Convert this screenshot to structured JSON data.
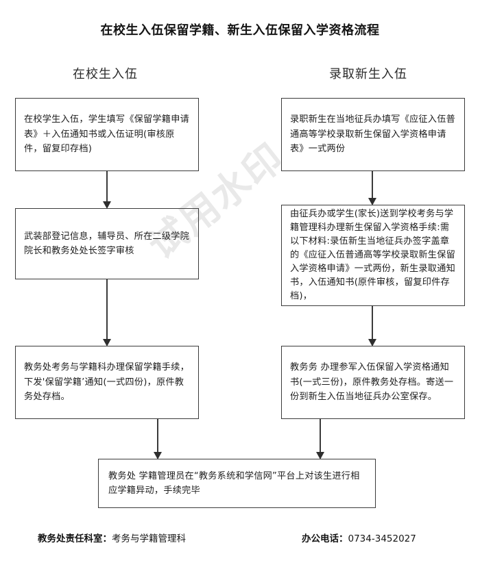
{
  "title": "在校生入伍保留学籍、新生入伍保留入学资格流程",
  "watermark": "试用水印",
  "columns": {
    "left_header": "在校生入伍",
    "right_header": "录取新生入伍"
  },
  "flow": {
    "left": [
      {
        "id": "l1",
        "text": "在校学生入伍，学生填写《保留学籍申请表》＋入伍通知书或入伍证明(审核原件，留复印存档)"
      },
      {
        "id": "l2",
        "text": "武装部登记信息，辅导员、所在二级学院院长和教务处处长签字审核"
      },
      {
        "id": "l3",
        "text": "教务处考务与学籍科办理保留学籍手续，下发'保留学籍’通知(一式四份)，原件教务处存档。"
      }
    ],
    "right": [
      {
        "id": "r1",
        "text": "录职新生在当地征兵办填写《应征入伍普通高等学校录取新生保留入学资格申请表》一式两份"
      },
      {
        "id": "r2",
        "text": "由征兵办或学生(家长)送到学校考务与学籍管理科办理新生保留入学资格手续:需以下材料:录伍新生当地征兵办签字盖章的《应征入伍普通高等学校录取新生保留入学资格申请》一式两份，新生录取通知书，入伍通知书(原件审核，留复印件存档)，"
      },
      {
        "id": "r3",
        "text": "教务务 办理参军入伍保留入学资格通知书(一式三份)，原件教务处存档。寄送一份到新生入伍当地征兵办公室保存。"
      }
    ],
    "final": {
      "id": "final",
      "text": "教务处 学籍管理员在“教务系统和学信网”平台上对该生进行相应学籍异动，手续完毕"
    }
  },
  "footer": {
    "responsible_label": "教务处责任科室：",
    "responsible_value": "考务与学籍管理科",
    "phone_label": "办公电话：",
    "phone_value": "0734-3452027"
  },
  "colors": {
    "box_border": "#3a3a3a",
    "text": "#1e1e1e",
    "arrow": "#2e2e2e",
    "watermark": "#e9e9e9",
    "background": "#ffffff"
  }
}
